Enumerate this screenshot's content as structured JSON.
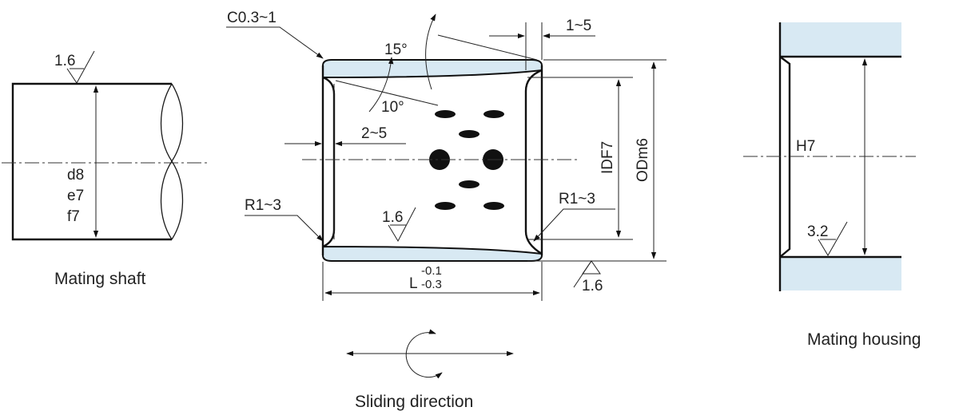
{
  "shaft": {
    "roughness": "1.6",
    "tol_1": "d8",
    "tol_2": "e7",
    "tol_3": "f7",
    "caption": "Mating shaft"
  },
  "bushing": {
    "chamfer": "C0.3~1",
    "angle_upper": "15°",
    "angle_lower": "10°",
    "dim_right_top": "1~5",
    "dim_left": "2~5",
    "inner_diameter": "IDF7",
    "outer_diameter": "ODm6",
    "radius_left": "R1~3",
    "radius_right": "R1~3",
    "roughness_inner": "1.6",
    "roughness_outer": "1.6",
    "length_label": "L",
    "length_upper_tol": "-0.1",
    "length_lower_tol": "-0.3"
  },
  "housing": {
    "tolerance": "H7",
    "roughness": "3.2",
    "caption": "Mating housing"
  },
  "motion": {
    "caption": "Sliding direction"
  }
}
